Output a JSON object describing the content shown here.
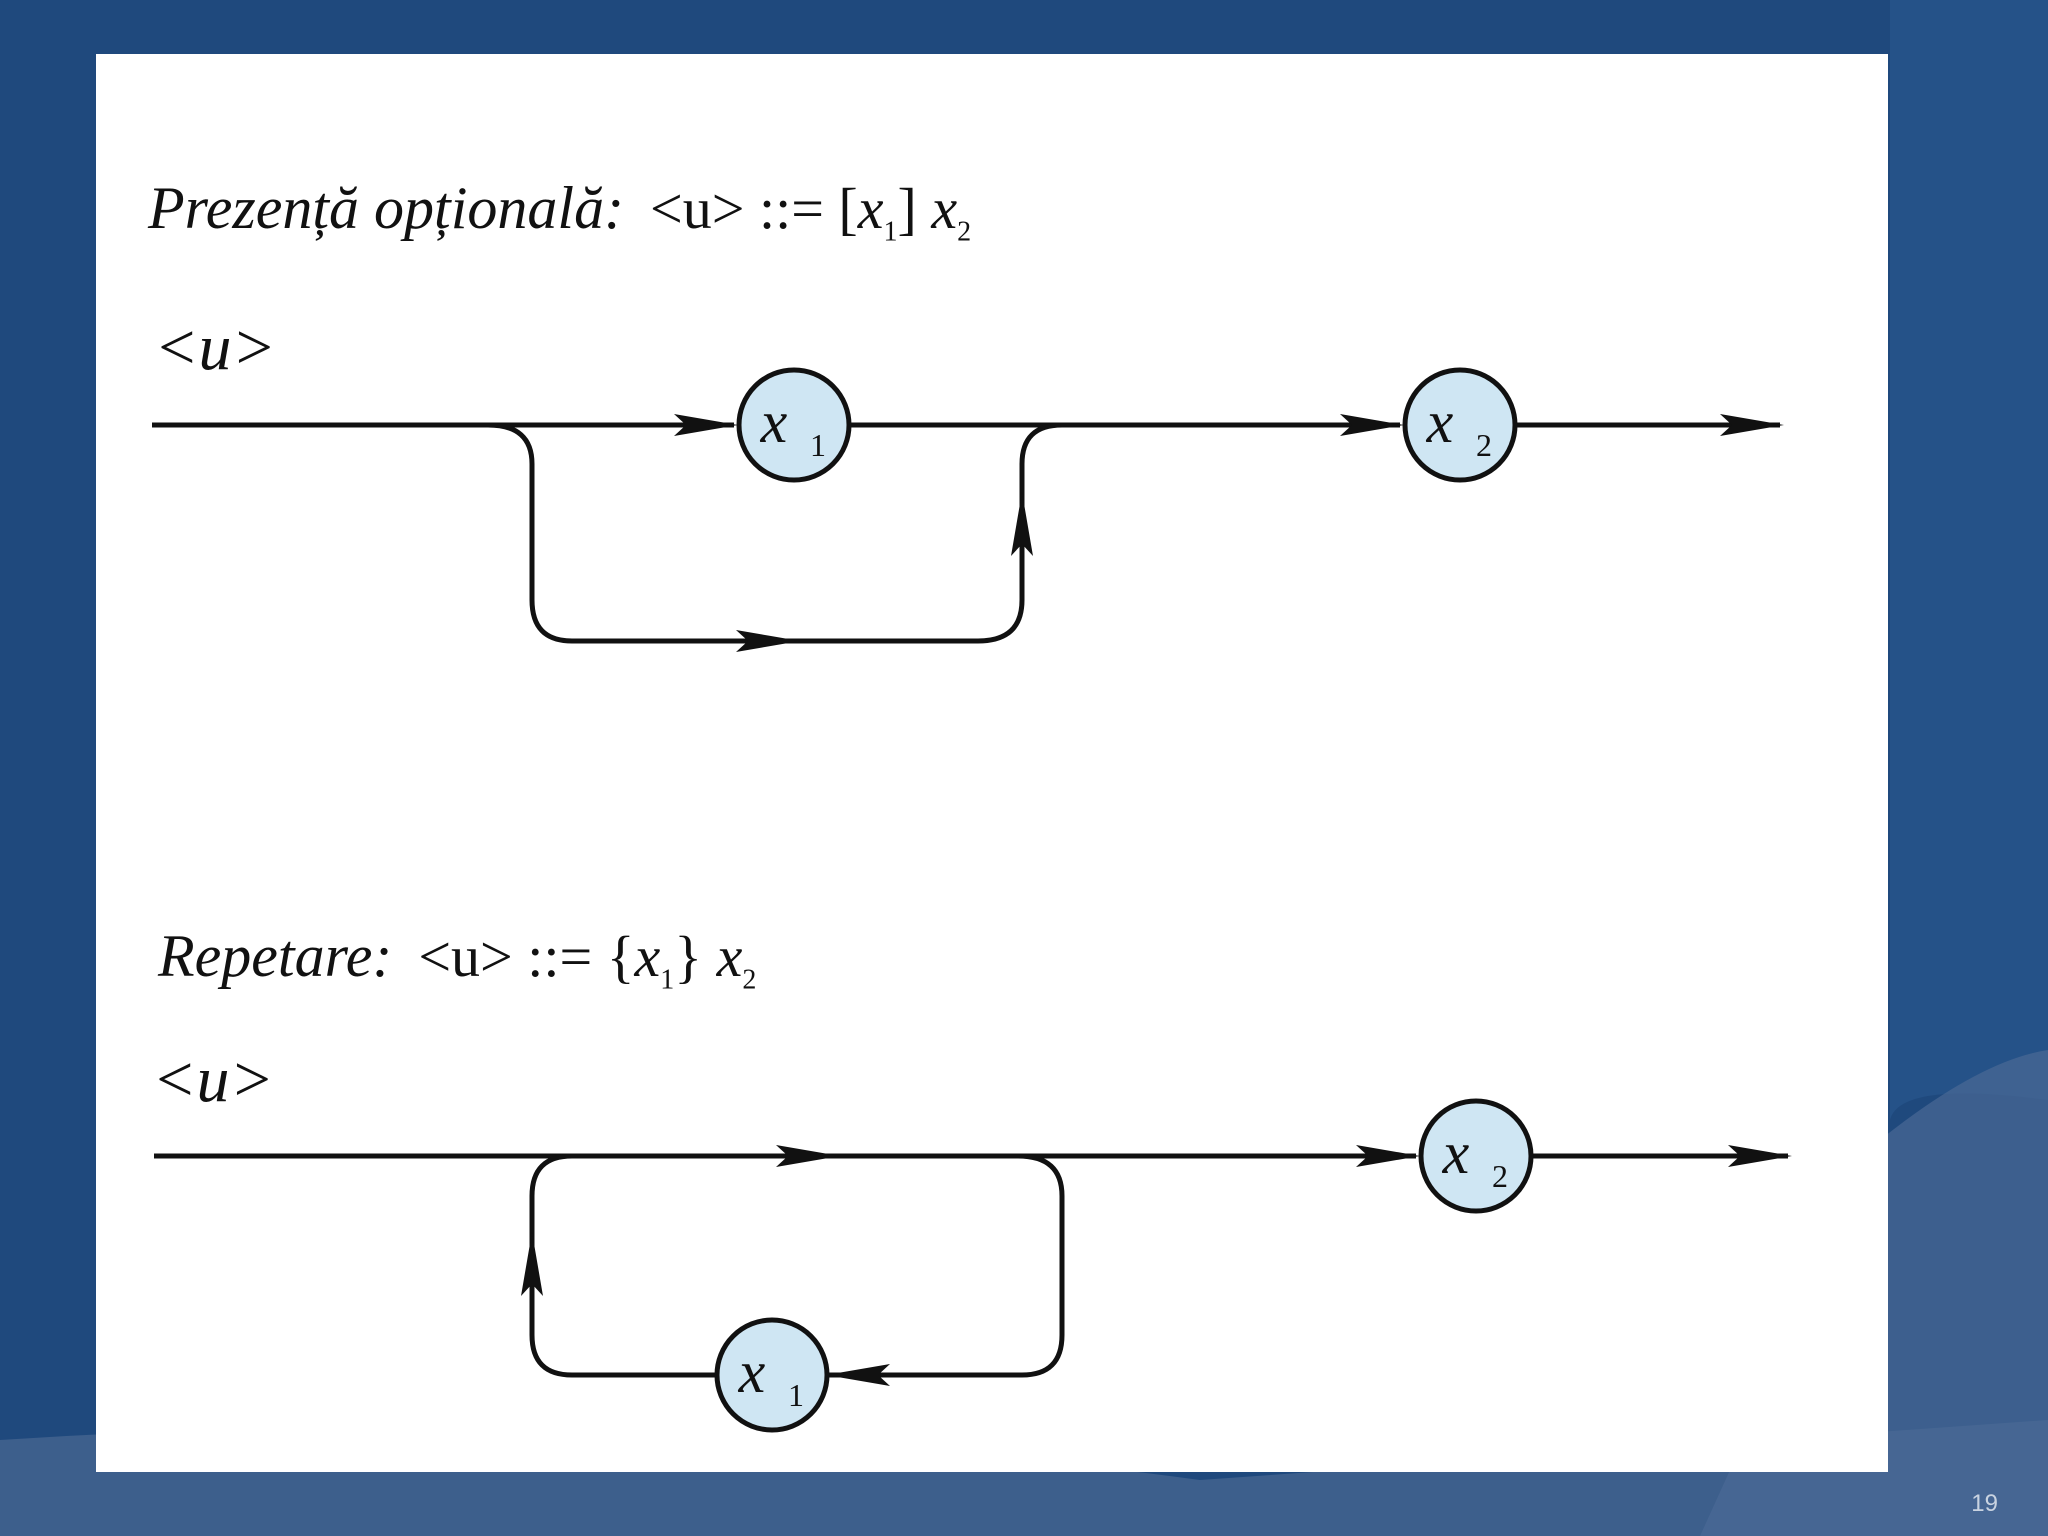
{
  "slide": {
    "page_number": "19",
    "colors": {
      "background": "#1f497d",
      "panel": "#ffffff",
      "node_fill": "#cfe6f3",
      "line": "#111111"
    }
  },
  "optional": {
    "label": "Prezență opțională:",
    "formula_parts": {
      "lhs": "<u>",
      "op": " ::= ",
      "open": "[",
      "x1": "x",
      "x1_sub": "1",
      "close": "]",
      "x2": " x",
      "x2_sub": "2"
    },
    "start_symbol": "<u>",
    "nodes": [
      {
        "name": "x",
        "sub": "1"
      },
      {
        "name": "x",
        "sub": "2"
      }
    ]
  },
  "repetition": {
    "label": "Repetare:",
    "formula_parts": {
      "lhs": "<u>",
      "op": " ::= ",
      "open": "{",
      "x1": "x",
      "x1_sub": "1",
      "close": "}",
      "x2": " x",
      "x2_sub": "2"
    },
    "start_symbol": "<u>",
    "nodes": [
      {
        "name": "x",
        "sub": "2"
      },
      {
        "name": "x",
        "sub": "1"
      }
    ]
  }
}
